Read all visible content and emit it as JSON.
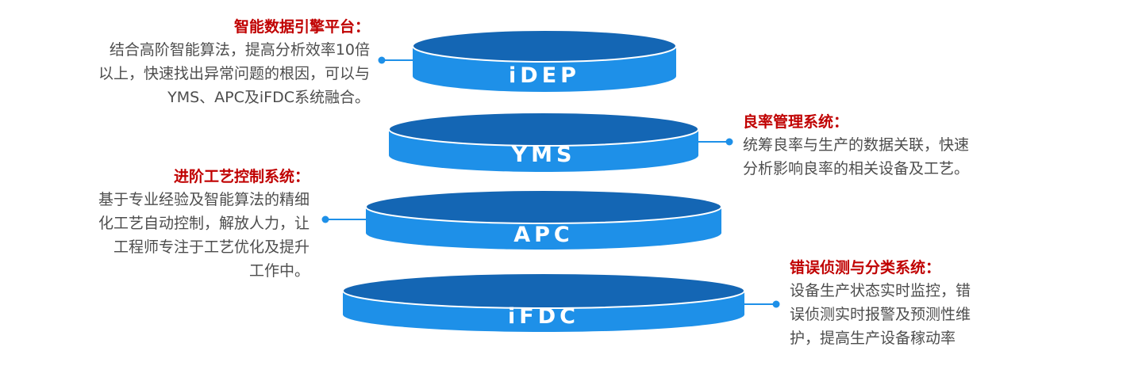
{
  "layers": [
    {
      "label": "iDEP"
    },
    {
      "label": "YMS"
    },
    {
      "label": "APC"
    },
    {
      "label": "iFDC"
    }
  ],
  "notes": {
    "idep": {
      "title": "智能数据引擎平台：",
      "lines": [
        "结合高阶智能算法，提高分析效率10倍",
        "以上，快速找出异常问题的根因，可以与",
        "YMS、APC及iFDC系统融合。"
      ]
    },
    "yms": {
      "title": "良率管理系统：",
      "lines": [
        "统筹良率与生产的数据关联，快速",
        "分析影响良率的相关设备及工艺。"
      ]
    },
    "apc": {
      "title": "进阶工艺控制系统：",
      "lines": [
        "基于专业经验及智能算法的精细",
        "化工艺自动控制，解放人力，让",
        "工程师专注于工艺优化及提升",
        "工作中。"
      ]
    },
    "ifdc": {
      "title": "错误侦测与分类系统：",
      "lines": [
        "设备生产状态实时监控，错",
        "误侦测实时报警及预测性维",
        "护，提高生产设备稼动率"
      ]
    }
  },
  "colors": {
    "disk_side": "#1e90e8",
    "disk_top": "#1466b4",
    "disk_rim": "#ffffff",
    "connector": "#1e90e8",
    "title_red": "#c00000",
    "body_text": "#4d4d4d"
  }
}
